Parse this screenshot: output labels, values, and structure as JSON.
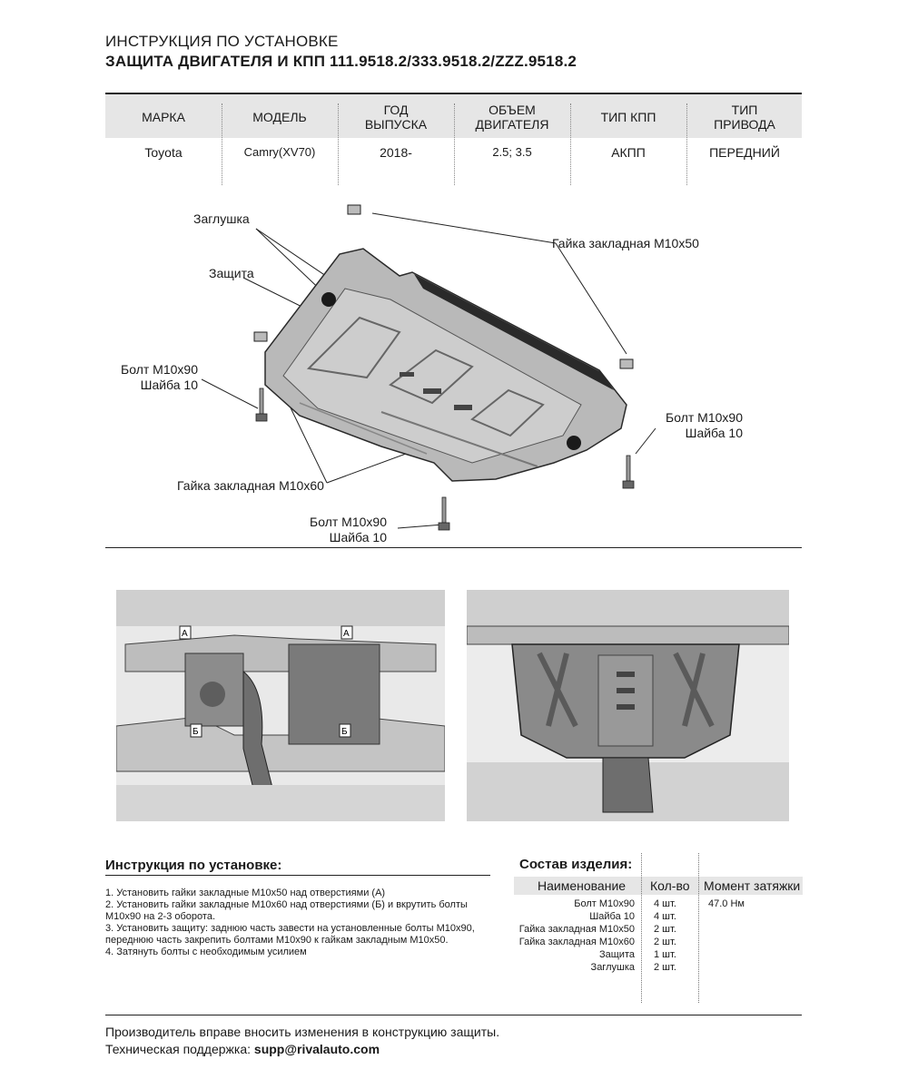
{
  "header": {
    "title_line1": "ИНСТРУКЦИЯ ПО УСТАНОВКЕ",
    "title_line2": "ЗАЩИТА ДВИГАТЕЛЯ И КПП 111.9518.2/333.9518.2/ZZZ.9518.2"
  },
  "spec_table": {
    "headers": [
      "МАРКА",
      "МОДЕЛЬ",
      "ГОД\nВЫПУСКА",
      "ОБЪЕМ\nДВИГАТЕЛЯ",
      "ТИП КПП",
      "ТИП\nПРИВОДА"
    ],
    "values": [
      "Toyota",
      "Camry(XV70)",
      "2018-",
      "2.5; 3.5",
      "АКПП",
      "ПЕРЕДНИЙ"
    ]
  },
  "diagram": {
    "label_plug": "Заглушка",
    "label_shield": "Защита",
    "label_nut_m10x50": "Гайка закладная М10х50",
    "label_nut_m10x60": "Гайка закладная М10х60",
    "bolt_left": [
      "Болт М10х90",
      "Шайба 10"
    ],
    "bolt_right": [
      "Болт М10х90",
      "Шайба 10"
    ],
    "bolt_bottom": [
      "Болт М10х90",
      "Шайба 10"
    ],
    "marker_a": "А",
    "marker_b": "Б"
  },
  "instructions": {
    "heading": "Инструкция по установке:",
    "steps": [
      "1. Установить гайки закладные М10х50 над отверстиями (А)",
      "2. Установить гайки закладные М10х60 над отверстиями (Б) и вкрутить болты",
      "М10х90 на 2-3 оборота.",
      "3. Установить защиту: заднюю часть завести на установленные болты М10х90,",
      "переднюю часть закрепить болтами М10х90 к гайкам закладным М10х50.",
      "4. Затянуть болты с необходимым усилием"
    ]
  },
  "composition": {
    "heading": "Состав изделия:",
    "col_name": "Наименование",
    "col_qty": "Кол-во",
    "col_torque": "Момент затяжки",
    "rows": [
      {
        "name": "Болт М10х90",
        "qty": "4 шт.",
        "torque": "47.0 Нм"
      },
      {
        "name": "Шайба 10",
        "qty": "4 шт.",
        "torque": ""
      },
      {
        "name": "Гайка закладная М10х50",
        "qty": "2 шт.",
        "torque": ""
      },
      {
        "name": "Гайка закладная М10х60",
        "qty": "2 шт.",
        "torque": ""
      },
      {
        "name": "Защита",
        "qty": "1 шт.",
        "torque": ""
      },
      {
        "name": "Заглушка",
        "qty": "2 шт.",
        "torque": ""
      }
    ]
  },
  "footer": {
    "line1": "Производитель вправе вносить изменения в конструкцию защиты.",
    "support_label": "Техническая поддержка:",
    "support_email": "supp@rivalauto.com"
  }
}
